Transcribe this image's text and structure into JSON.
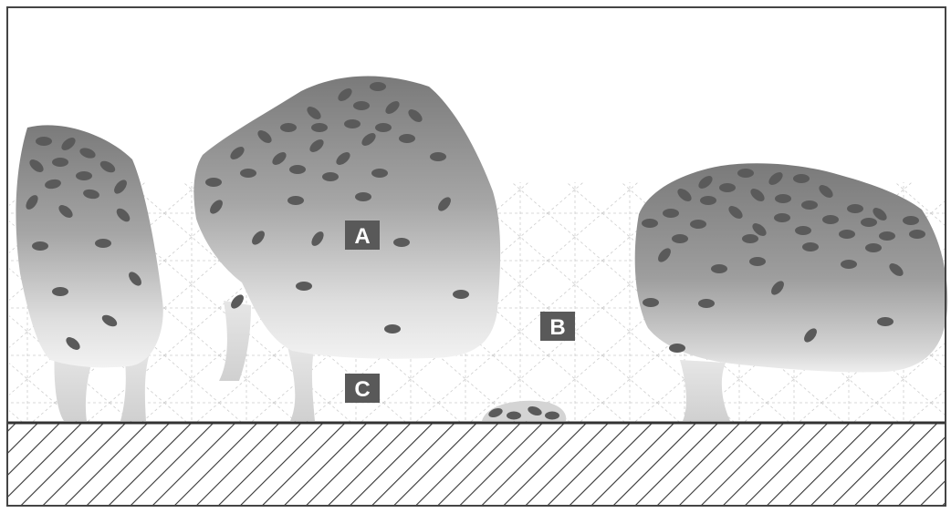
{
  "diagram": {
    "labels": [
      {
        "id": "A",
        "text": "A"
      },
      {
        "id": "B",
        "text": "B"
      },
      {
        "id": "C",
        "text": "C"
      }
    ],
    "colors": {
      "blob_dark": "#7d7d7d",
      "blob_light": "#f0f0f0",
      "particle": "#5a5a5a",
      "hatch": "#333333",
      "mesh": "#bdbdbd",
      "label_box": "#595959",
      "frame": "#444444"
    }
  }
}
